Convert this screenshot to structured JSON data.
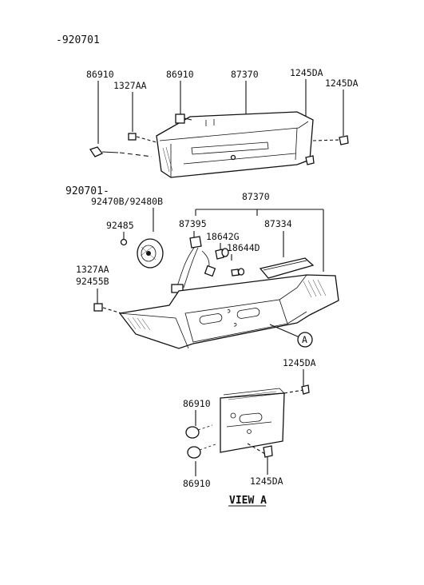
{
  "header": {
    "date_before": "-920701",
    "date_after": "920701-"
  },
  "top_group": {
    "labels": {
      "p1": "86910",
      "p2": "1327AA",
      "p3": "86910",
      "p4": "87370",
      "p5": "1245DA",
      "p6": "1245DA"
    }
  },
  "mid_group": {
    "labels": {
      "p1": "87370",
      "p2": "92470B/92480B",
      "p3": "92485",
      "p4": "87395",
      "p5": "87334",
      "p6": "18642G",
      "p7": "18644D",
      "p8": "1327AA",
      "p9": "92455B"
    },
    "callout": "A"
  },
  "view_a": {
    "title": "VIEW A",
    "labels": {
      "p1": "1245DA",
      "p2": "86910",
      "p3": "86910",
      "p4": "1245DA"
    }
  }
}
